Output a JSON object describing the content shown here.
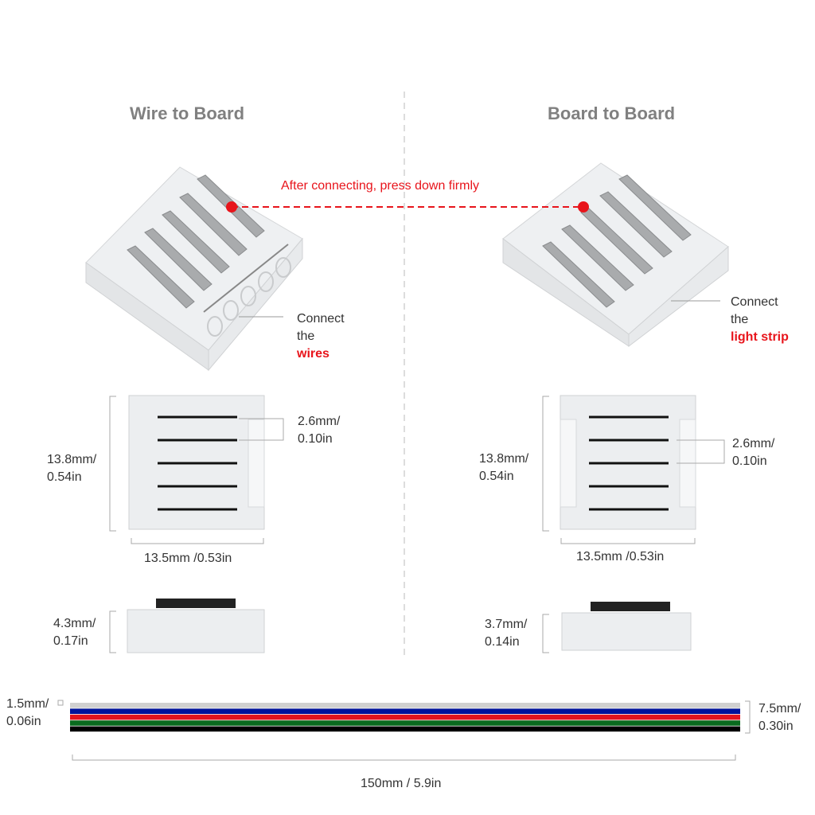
{
  "left": {
    "title": "Wire to Board",
    "callout_line1": "Connect",
    "callout_line2": "the",
    "callout_highlight": "wires",
    "pin_pitch_mm": "2.6mm/",
    "pin_pitch_in": "0.10in",
    "height_mm": "13.8mm/",
    "height_in": "0.54in",
    "width_label": "13.5mm /0.53in",
    "thickness_mm": "4.3mm/",
    "thickness_in": "0.17in"
  },
  "right": {
    "title": "Board to Board",
    "callout_line1": "Connect",
    "callout_line2": "the",
    "callout_highlight": "light strip",
    "pin_pitch_mm": "2.6mm/",
    "pin_pitch_in": "0.10in",
    "height_mm": "13.8mm/",
    "height_in": "0.54in",
    "width_label": "13.5mm /0.53in",
    "thickness_mm": "3.7mm/",
    "thickness_in": "0.14in"
  },
  "press_note": "After connecting, press down firmly",
  "cable": {
    "wire_mm": "1.5mm/",
    "wire_in": "0.06in",
    "width_mm": "7.5mm/",
    "width_in": "0.30in",
    "length_label": "150mm / 5.9in",
    "wire_colors": [
      "#d0d0d0",
      "#00129a",
      "#e2131d",
      "#0a6a1e",
      "#000000"
    ]
  },
  "colors": {
    "accent": "#e8141b",
    "title_gray": "#808080"
  }
}
